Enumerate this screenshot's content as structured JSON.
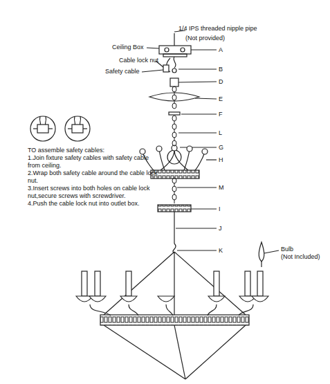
{
  "diagram": {
    "labels": [
      "1/4 IPS threaded nipple pipe",
      "(Not provided)",
      "Ceiling Box",
      "Cable lock nut",
      "Safety  cable",
      "A",
      "B",
      "D",
      "E",
      "F",
      "L",
      "G",
      "H",
      "M",
      "I",
      "J",
      "K",
      "Bulb",
      "(Not Included)",
      "TO assemble safety cables:",
      "1.Join fixture safety cables with safety cable from ceiling.",
      "2.Wrap both safety cable around the cable lock nut.",
      "3.Insert screws into both holes on cable lock nut,secure screws with screwdriver.",
      "4.Push the cable lock nut into outlet box."
    ]
  }
}
